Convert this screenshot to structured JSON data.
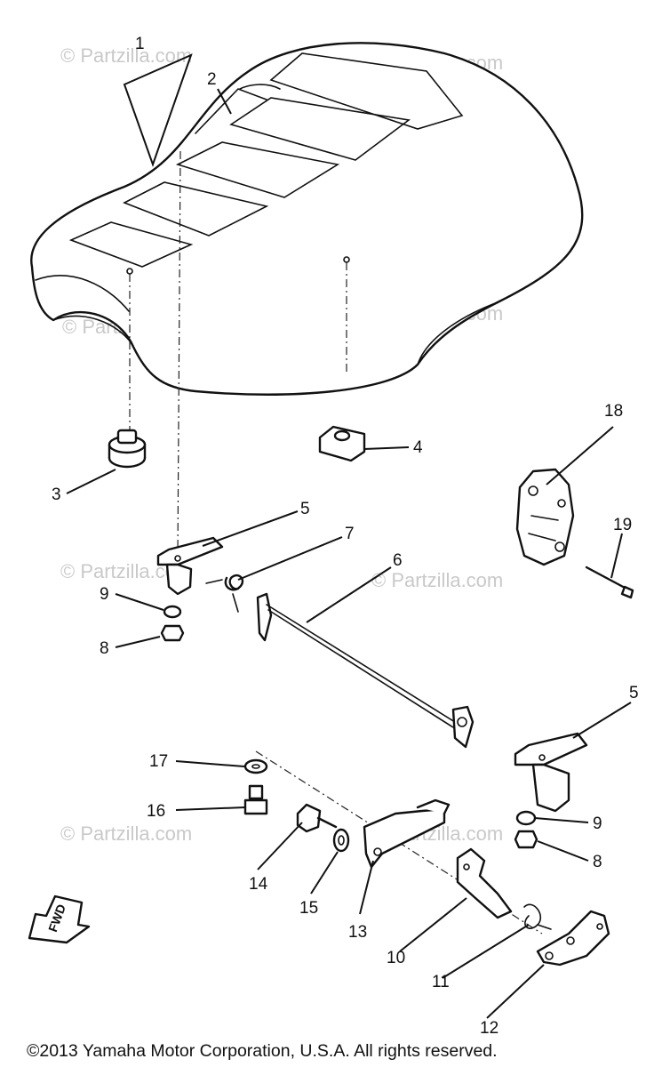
{
  "watermark": "© Partzilla.com",
  "callouts": [
    "1",
    "2",
    "3",
    "4",
    "5",
    "6",
    "7",
    "8",
    "9",
    "10",
    "11",
    "12",
    "13",
    "14",
    "15",
    "16",
    "17",
    "18",
    "19"
  ],
  "fwd_label": "FWD",
  "copyright": "©2013 Yamaha Motor Corporation, U.S.A. All rights reserved."
}
